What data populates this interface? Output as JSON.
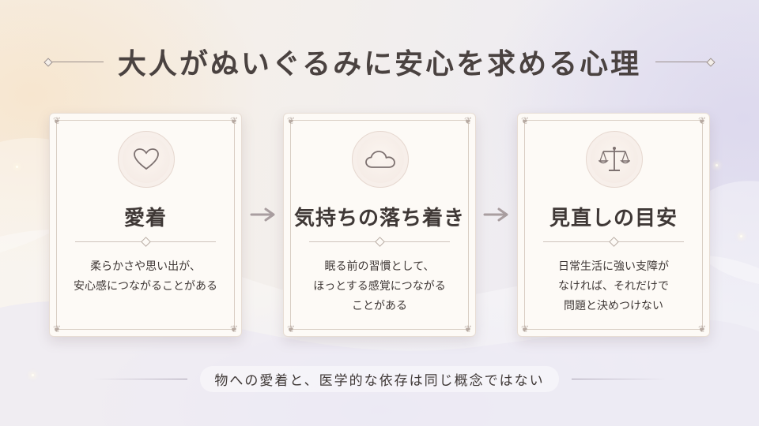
{
  "title": "大人がぬいぐるみに安心を求める心理",
  "cards": [
    {
      "icon": "heart-icon",
      "title": "愛着",
      "lines": [
        "柔らかさや思い出が、",
        "安心感につながることがある"
      ]
    },
    {
      "icon": "cloud-icon",
      "title": "気持ちの落ち着き",
      "lines": [
        "眠る前の習慣として、",
        "ほっとする感覚につながる",
        "ことがある"
      ]
    },
    {
      "icon": "scale-icon",
      "title": "見直しの目安",
      "lines": [
        "日常生活に強い支障が",
        "なければ、それだけで",
        "問題と決めつけない"
      ]
    }
  ],
  "footer": "物への愛着と、医学的な依存は同じ概念ではない",
  "colors": {
    "text": "#3f3836",
    "accent": "#9a8f8c",
    "card": "#fdfaf6"
  }
}
